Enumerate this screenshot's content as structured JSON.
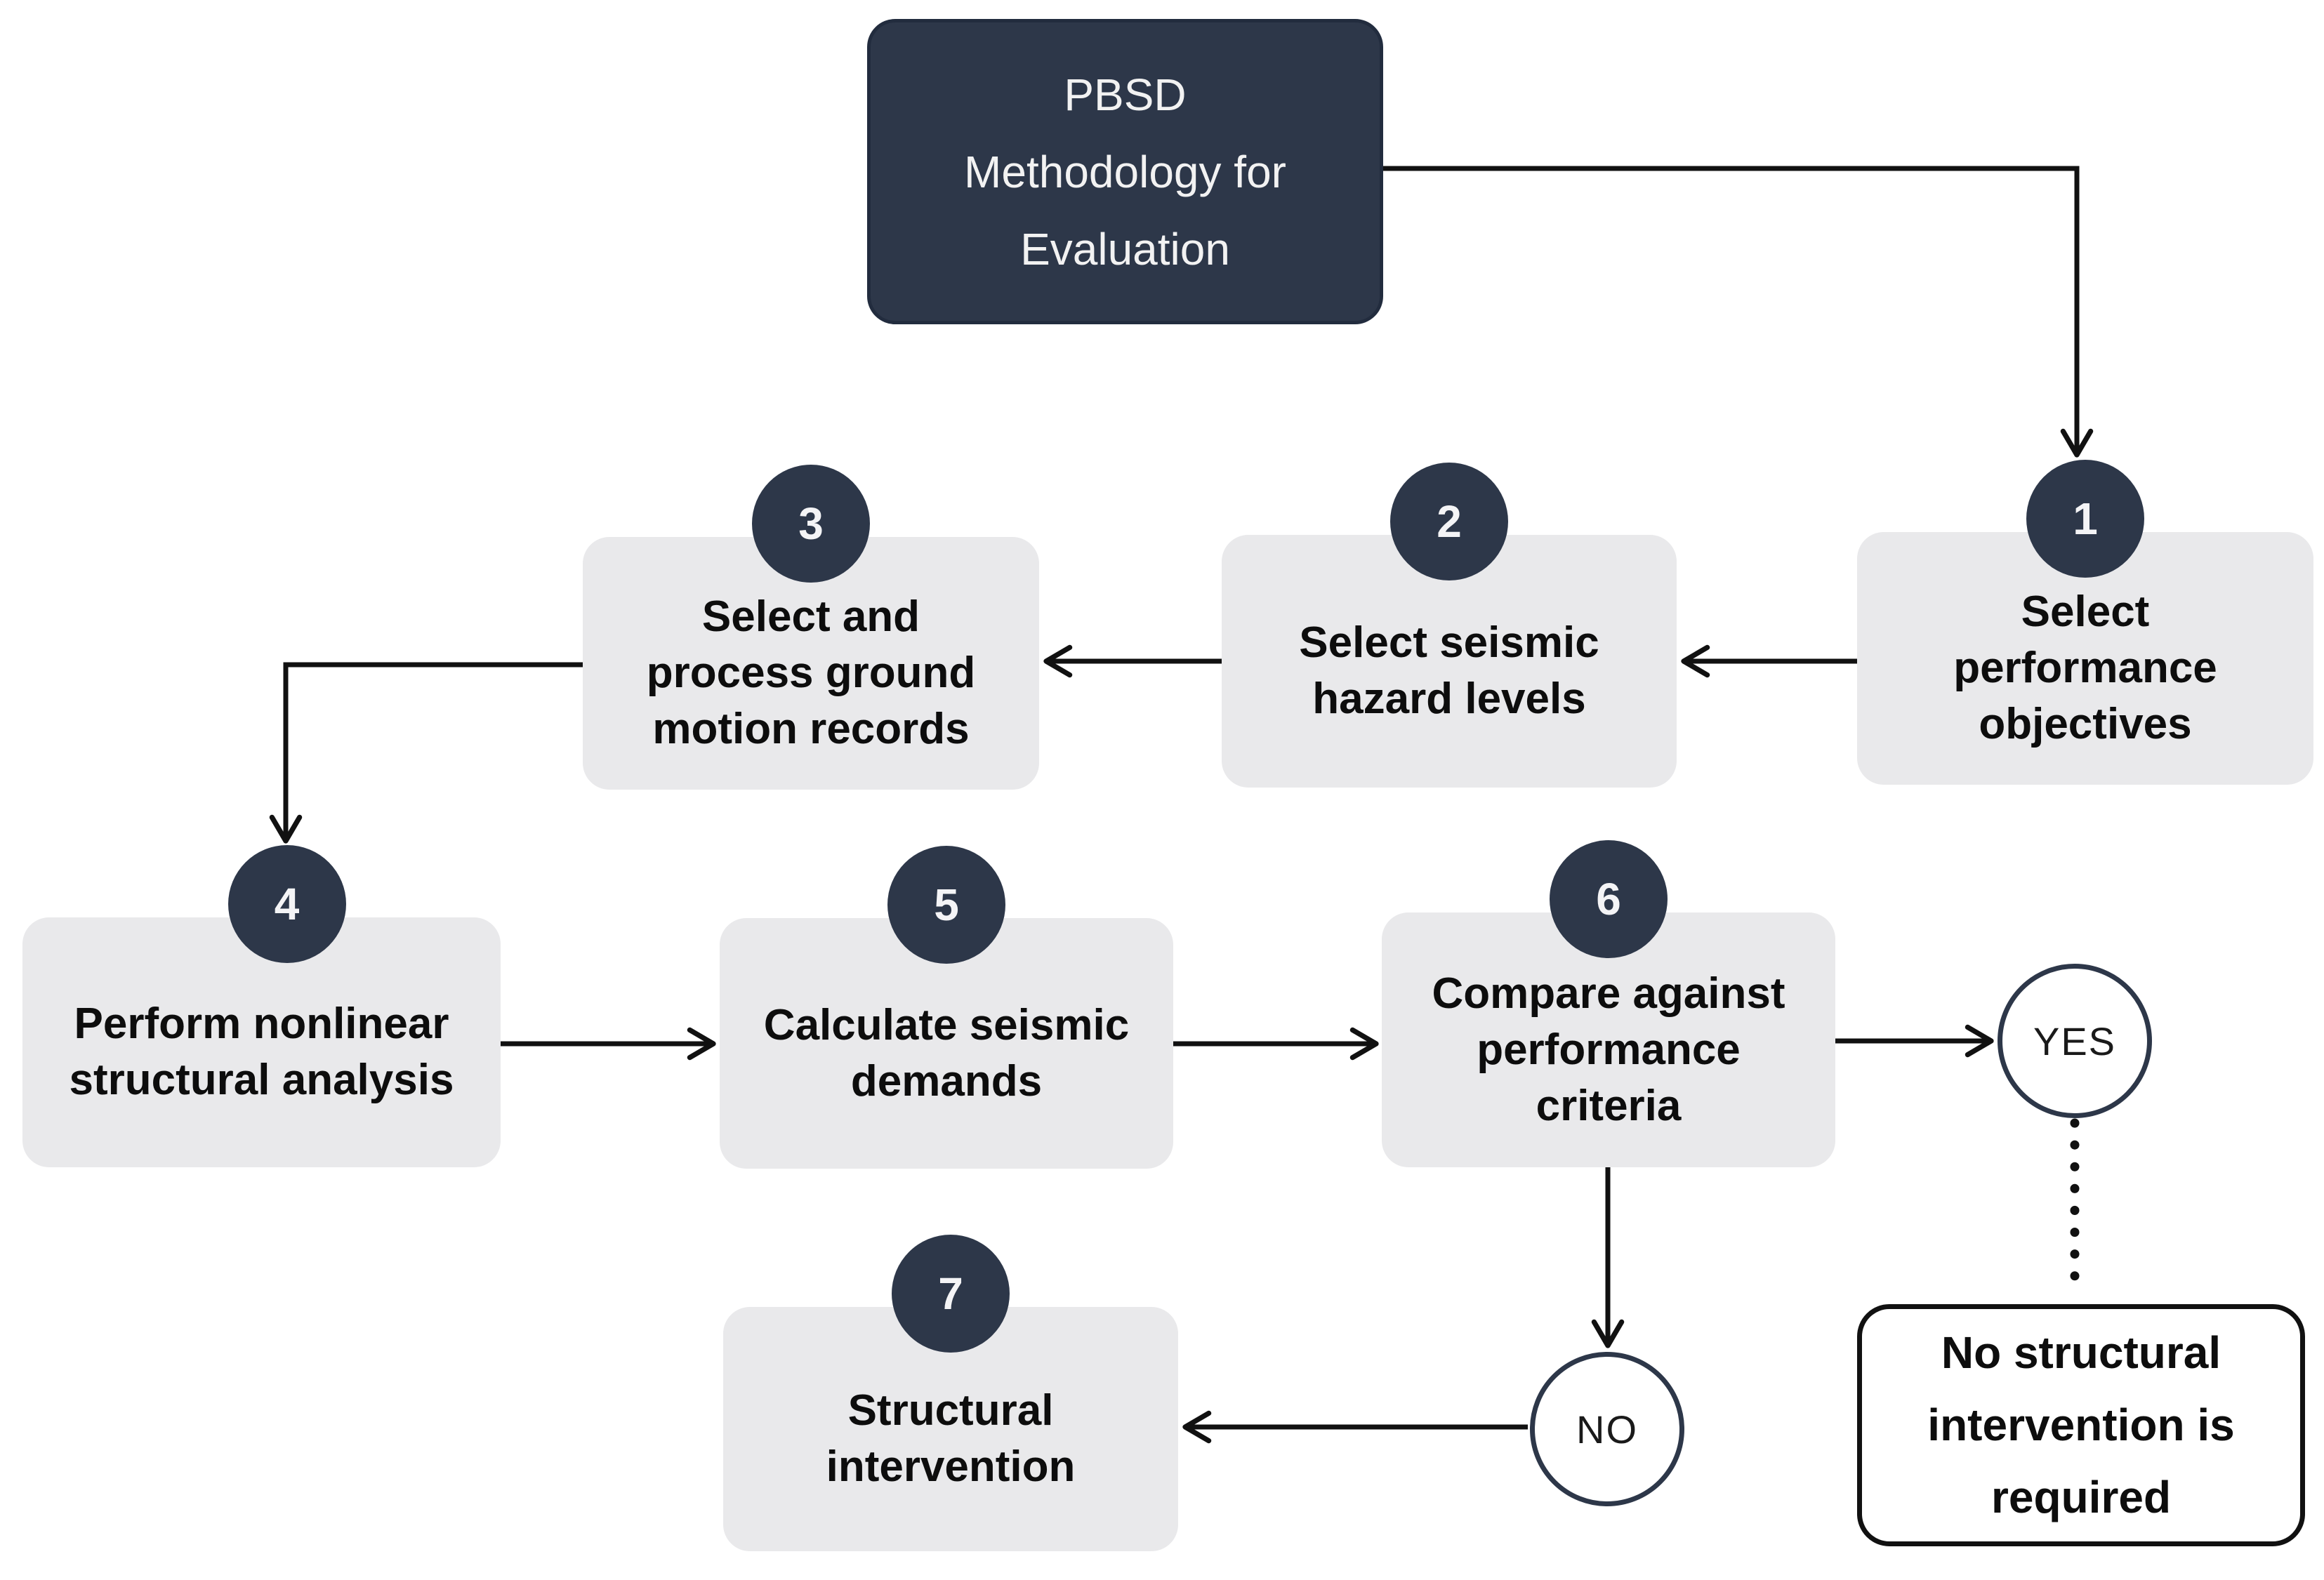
{
  "colors": {
    "navy": "#2d3749",
    "box_gray": "#e9e9eb",
    "ink": "#111111",
    "paper": "#ffffff"
  },
  "title": {
    "text": "PBSD\nMethodology for\nEvaluation"
  },
  "steps": [
    {
      "num": "1",
      "label": "Select\nperformance\nobjectives"
    },
    {
      "num": "2",
      "label": "Select seismic\nhazard levels"
    },
    {
      "num": "3",
      "label": "Select and\nprocess ground\nmotion records"
    },
    {
      "num": "4",
      "label": "Perform nonlinear\nstructural analysis"
    },
    {
      "num": "5",
      "label": "Calculate seismic\ndemands"
    },
    {
      "num": "6",
      "label": "Compare against\nperformance\ncriteria"
    },
    {
      "num": "7",
      "label": "Structural\nintervention"
    }
  ],
  "decision": {
    "yes": "YES",
    "no": "NO"
  },
  "outcome": {
    "label": "No structural\nintervention is\nrequired"
  }
}
